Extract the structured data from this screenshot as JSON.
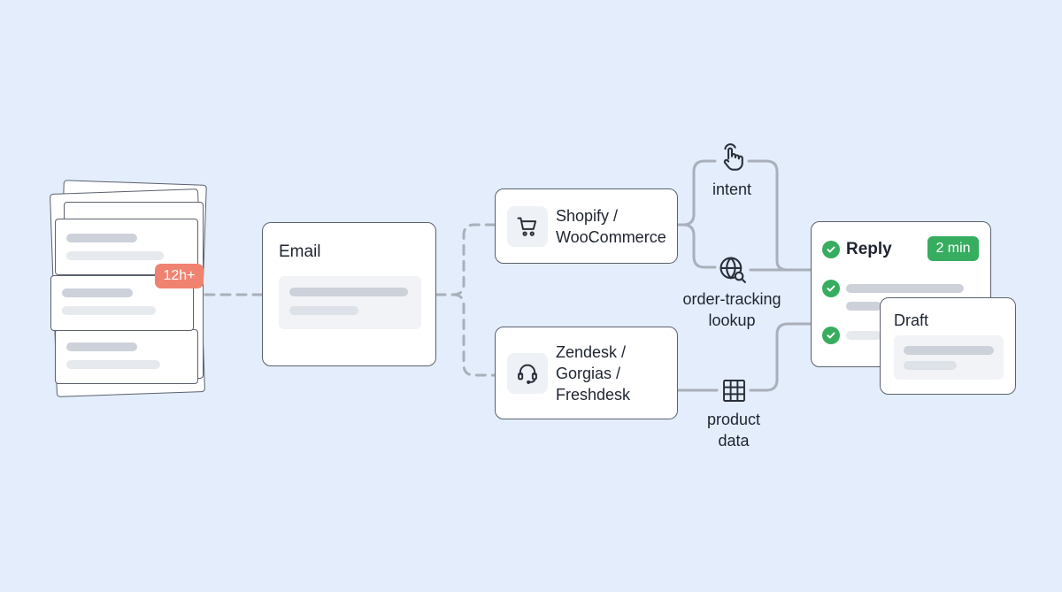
{
  "inbox": {
    "badge": "12h+"
  },
  "email": {
    "title": "Email"
  },
  "sources": {
    "shopify": {
      "line1": "Shopify /",
      "line2": "WooCommerce",
      "icon": "cart-icon"
    },
    "helpdesk": {
      "line1": "Zendesk /",
      "line2": "Gorgias /",
      "line3": "Freshdesk",
      "icon": "headset-icon"
    }
  },
  "signals": {
    "intent": {
      "label": "intent",
      "icon": "pointer-hand-icon"
    },
    "order_tracking": {
      "line1": "order-tracking",
      "line2": "lookup",
      "icon": "globe-search-icon"
    },
    "product_data": {
      "line1": "product",
      "line2": "data",
      "icon": "grid-icon"
    }
  },
  "reply": {
    "title": "Reply",
    "time_badge": "2 min"
  },
  "draft": {
    "title": "Draft"
  },
  "colors": {
    "background": "#e3edfb",
    "alert": "#f08270",
    "success": "#37ad5f",
    "connector": "#a9b0bb"
  }
}
